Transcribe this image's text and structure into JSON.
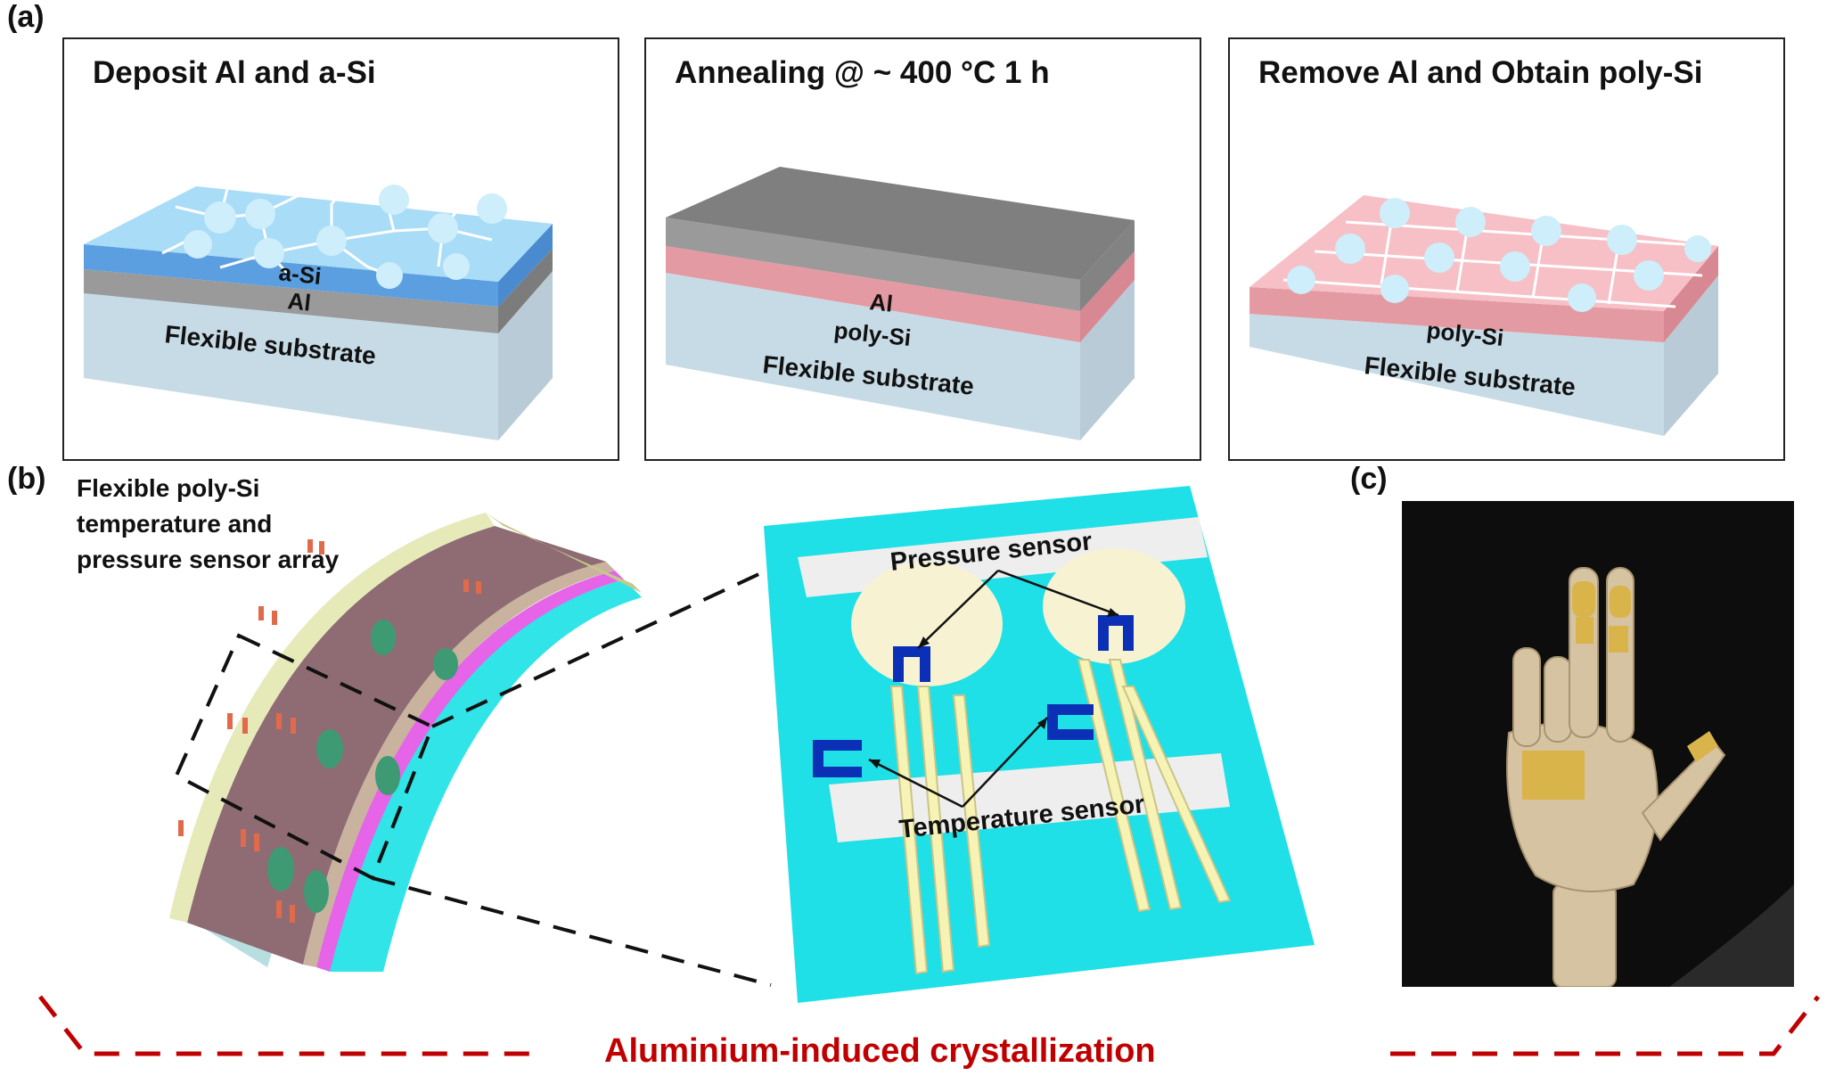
{
  "panels": {
    "a": {
      "label": "(a)",
      "steps": [
        {
          "title": "Deposit Al and a-Si",
          "layers": [
            "a-Si",
            "Al",
            "Flexible substrate"
          ]
        },
        {
          "title": "Annealing @ ~ 400 °C 1 h",
          "layers": [
            "Al",
            "poly-Si",
            "Flexible substrate"
          ]
        },
        {
          "title": "Remove Al and Obtain poly-Si",
          "layers": [
            "poly-Si",
            "Flexible substrate"
          ]
        }
      ]
    },
    "b": {
      "label": "(b)",
      "caption_lines": [
        "Flexible poly-Si",
        "temperature and",
        "pressure sensor array"
      ],
      "pressure_label": "Pressure sensor",
      "temperature_label": "Temperature sensor"
    },
    "c": {
      "label": "(c)"
    }
  },
  "footer": {
    "text": "Aluminium-induced crystallization"
  },
  "colors": {
    "a_si_top": "#a9dcf7",
    "a_si_side": "#5b9fe0",
    "al": "#9a9a9a",
    "al_top": "#7f7f7f",
    "poly_si": "#e49aa2",
    "poly_si_top": "#f6c0c6",
    "substrate": "#c7dbe6",
    "grain": "#cdeefa",
    "cyan": "#1ee0e6",
    "sensor_blue": "#0b2fb5",
    "trace": "#f7f3b4",
    "footer_red": "#c00000"
  }
}
